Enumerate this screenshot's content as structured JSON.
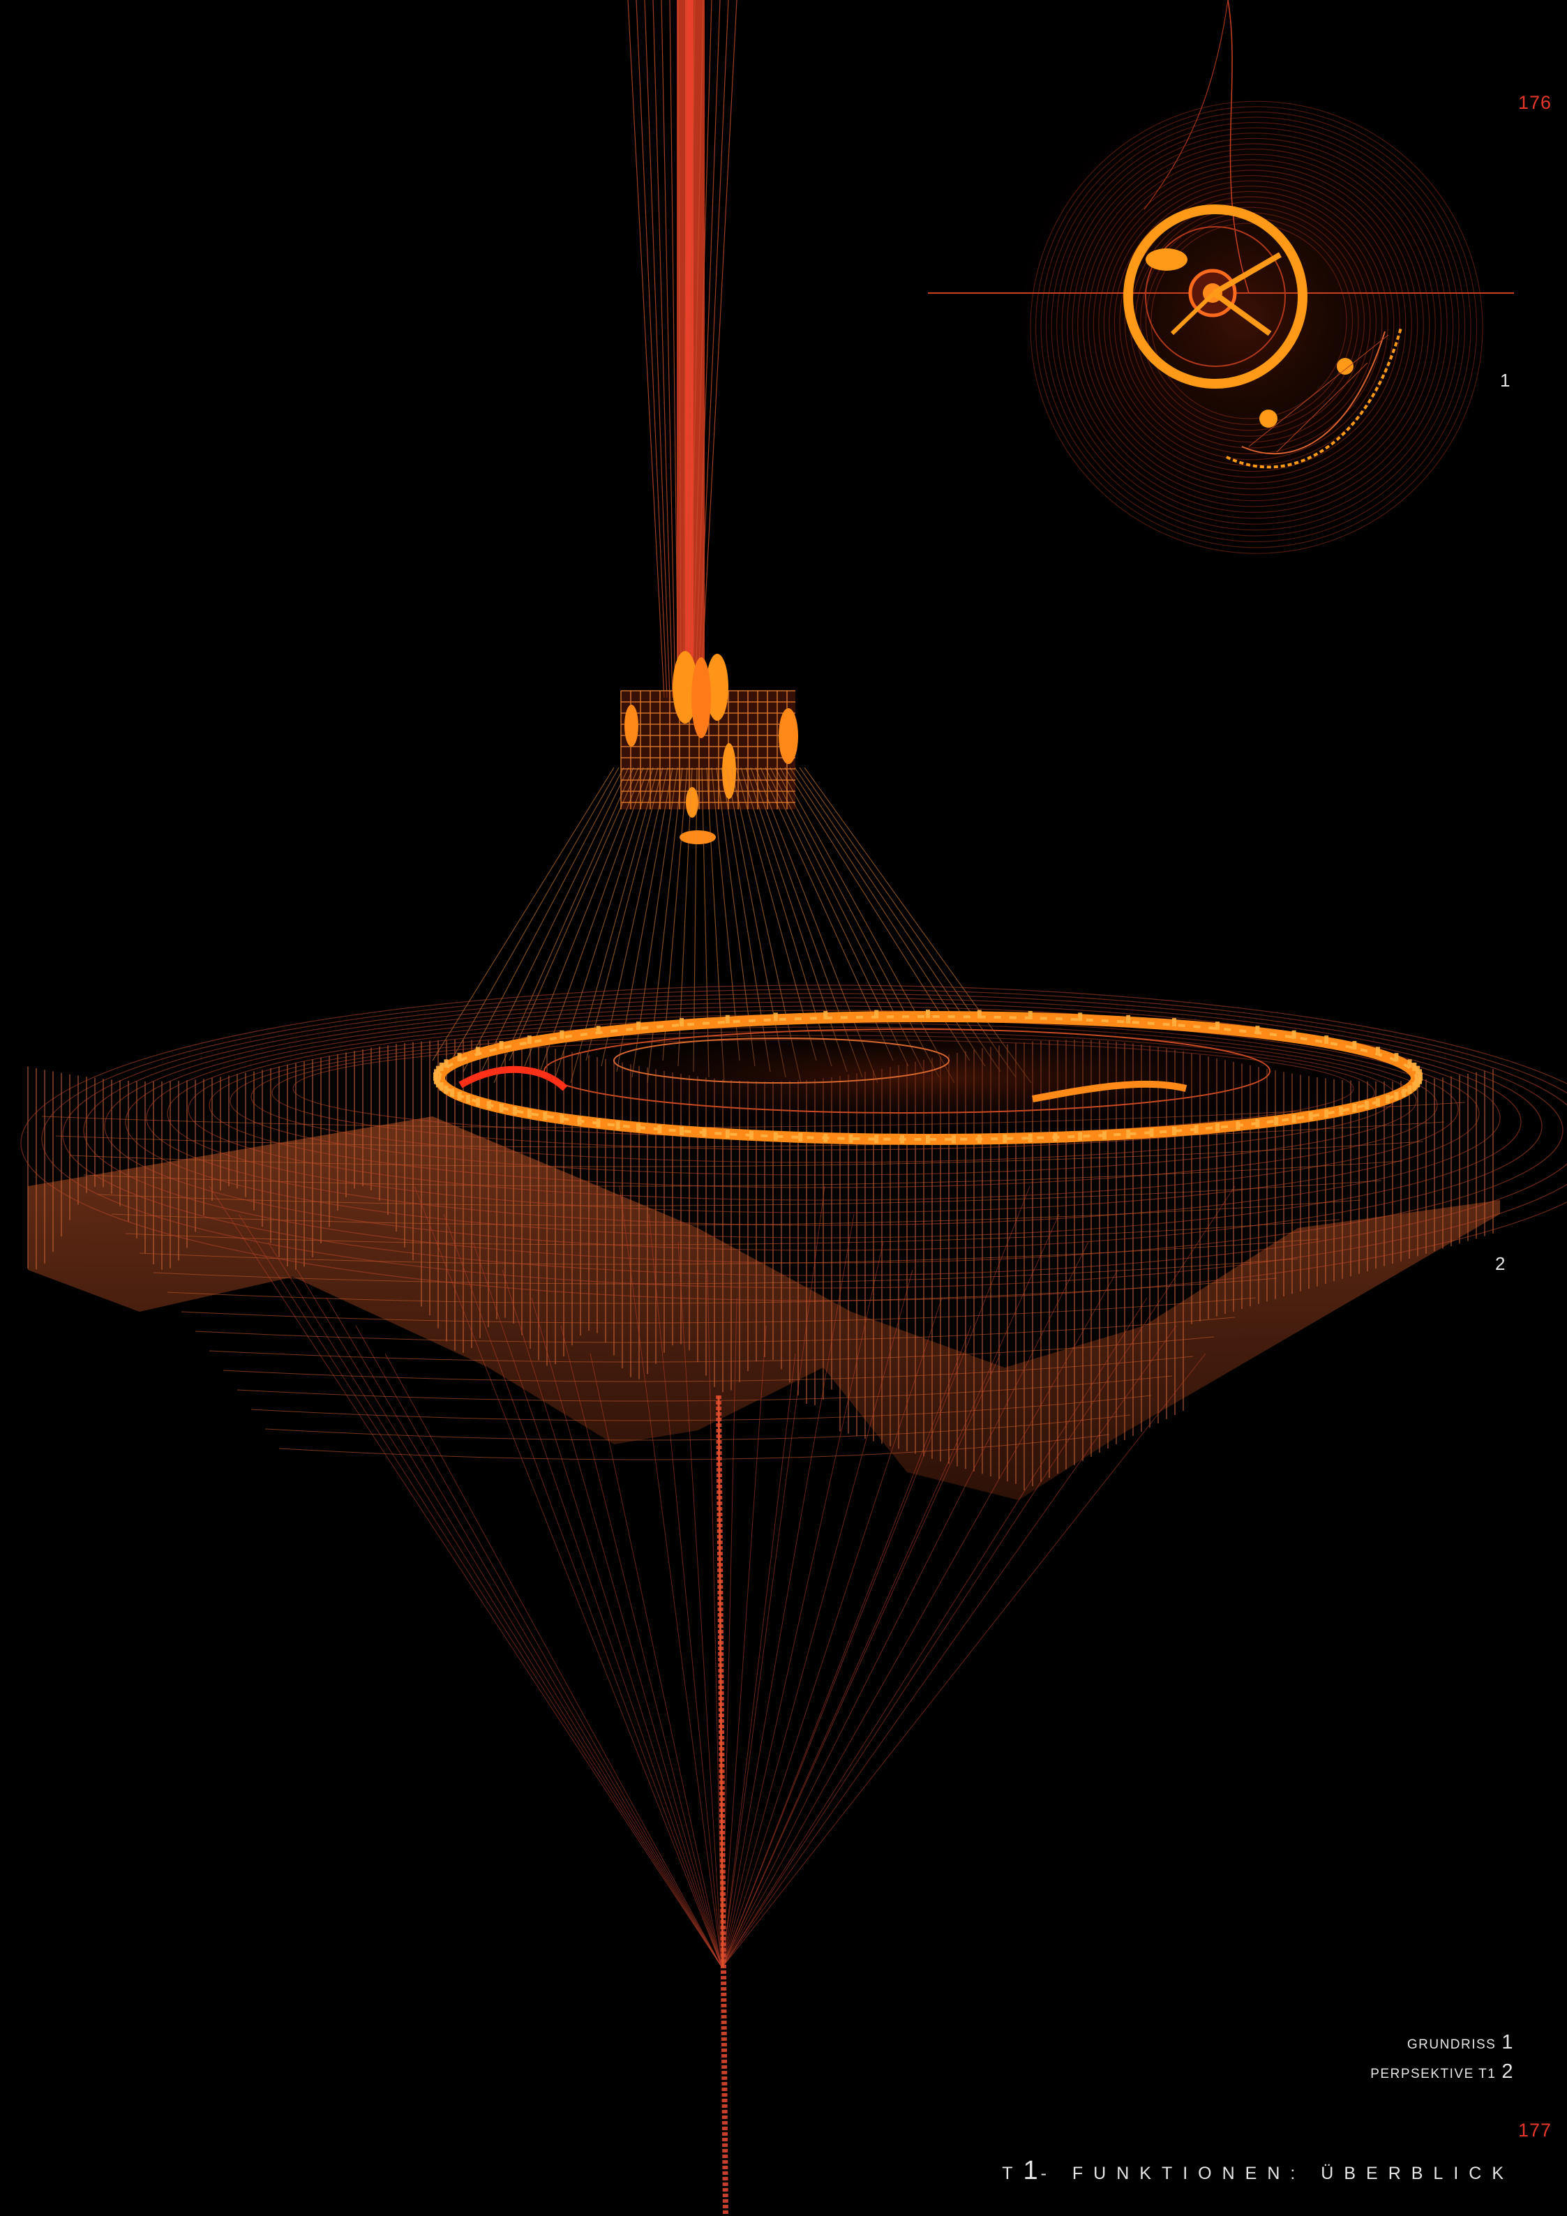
{
  "colors": {
    "background": "#000000",
    "accent": "#e8372a",
    "orange": "#ff8a1c",
    "wire": "#c24a24",
    "text": "#e6e6e6"
  },
  "pages": {
    "top": "176",
    "bottom": "177"
  },
  "markers": {
    "plan": "1",
    "perspective": "2"
  },
  "legend": [
    {
      "label": "GRUNDRISS",
      "num": "1"
    },
    {
      "label": "PERPSEKTIVE T1",
      "num": "2"
    }
  ],
  "footer": {
    "title_prefix": "T",
    "title_number": "1",
    "title_rest": "- FUNKTIONEN: ÜBERBLICK"
  },
  "images": {
    "plan_drawing": "grundriss-render",
    "perspective_render": "perspective-wireframe-render"
  }
}
